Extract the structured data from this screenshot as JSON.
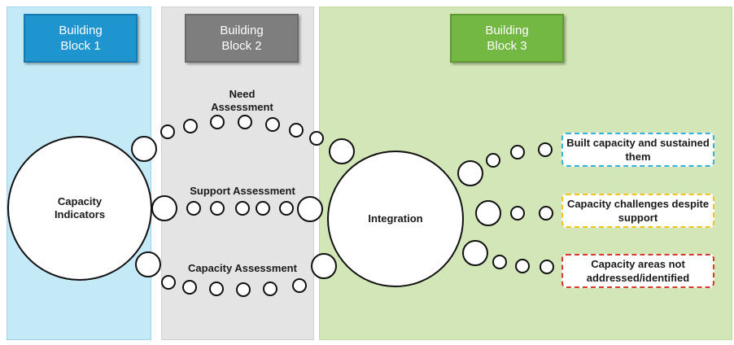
{
  "blocks": [
    {
      "title": "Building Block 1",
      "color": "#1e95cf"
    },
    {
      "title": "Building Block 2",
      "color": "#7e7e7e"
    },
    {
      "title": "Building Block 3",
      "color": "#74b844"
    }
  ],
  "nodes": {
    "capacity_indicators": "Capacity Indicators",
    "integration": "Integration"
  },
  "paths": {
    "need": "Need Assessment",
    "support": "Support Assessment",
    "capacity": "Capacity Assessment"
  },
  "outcomes": [
    {
      "label": "Built capacity and sustained them",
      "border_color": "#35b1dc"
    },
    {
      "label": "Capacity challenges despite support",
      "border_color": "#f0c419"
    },
    {
      "label": "Capacity areas not addressed/identified",
      "border_color": "#d63a2a"
    }
  ]
}
